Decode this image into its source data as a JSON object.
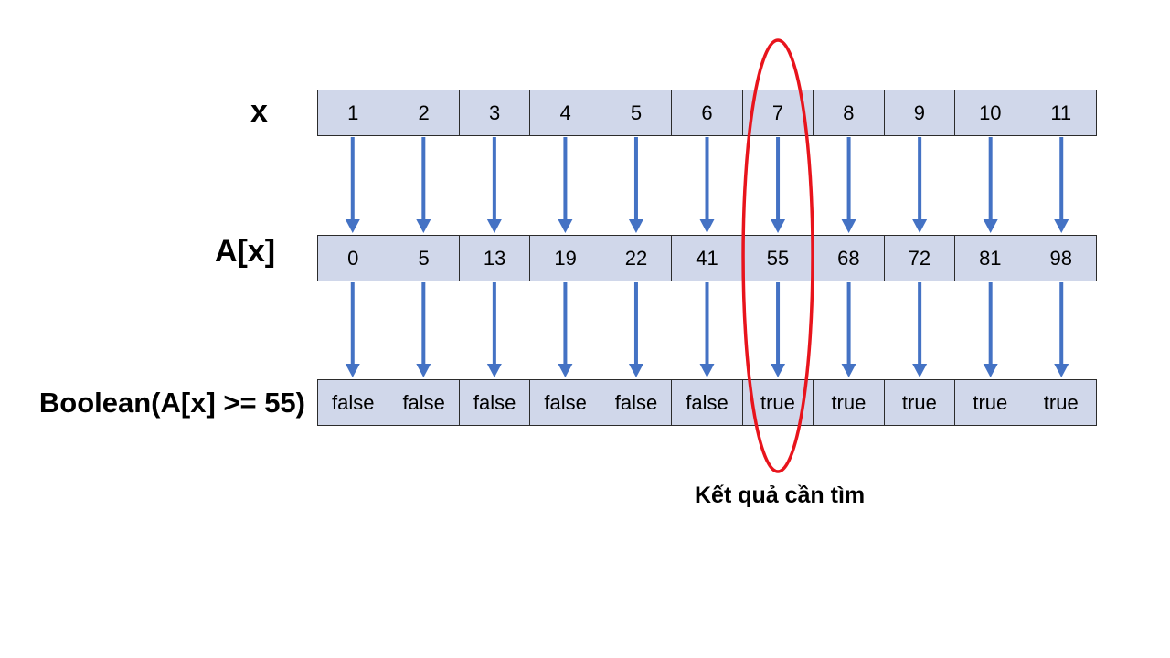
{
  "labels": {
    "x": "x",
    "ax": "A[x]",
    "bool": "Boolean(A[x] >= 55)"
  },
  "rows": {
    "x": [
      "1",
      "2",
      "3",
      "4",
      "5",
      "6",
      "7",
      "8",
      "9",
      "10",
      "11"
    ],
    "ax": [
      "0",
      "5",
      "13",
      "19",
      "22",
      "41",
      "55",
      "68",
      "72",
      "81",
      "98"
    ],
    "bool": [
      "false",
      "false",
      "false",
      "false",
      "false",
      "false",
      "true",
      "true",
      "true",
      "true",
      "true"
    ]
  },
  "highlight": {
    "column_index": 6,
    "caption": "Kết quả cần tìm",
    "color": "#e8141c"
  },
  "colors": {
    "cell_fill": "#d0d7ea",
    "arrow": "#4472c4"
  }
}
